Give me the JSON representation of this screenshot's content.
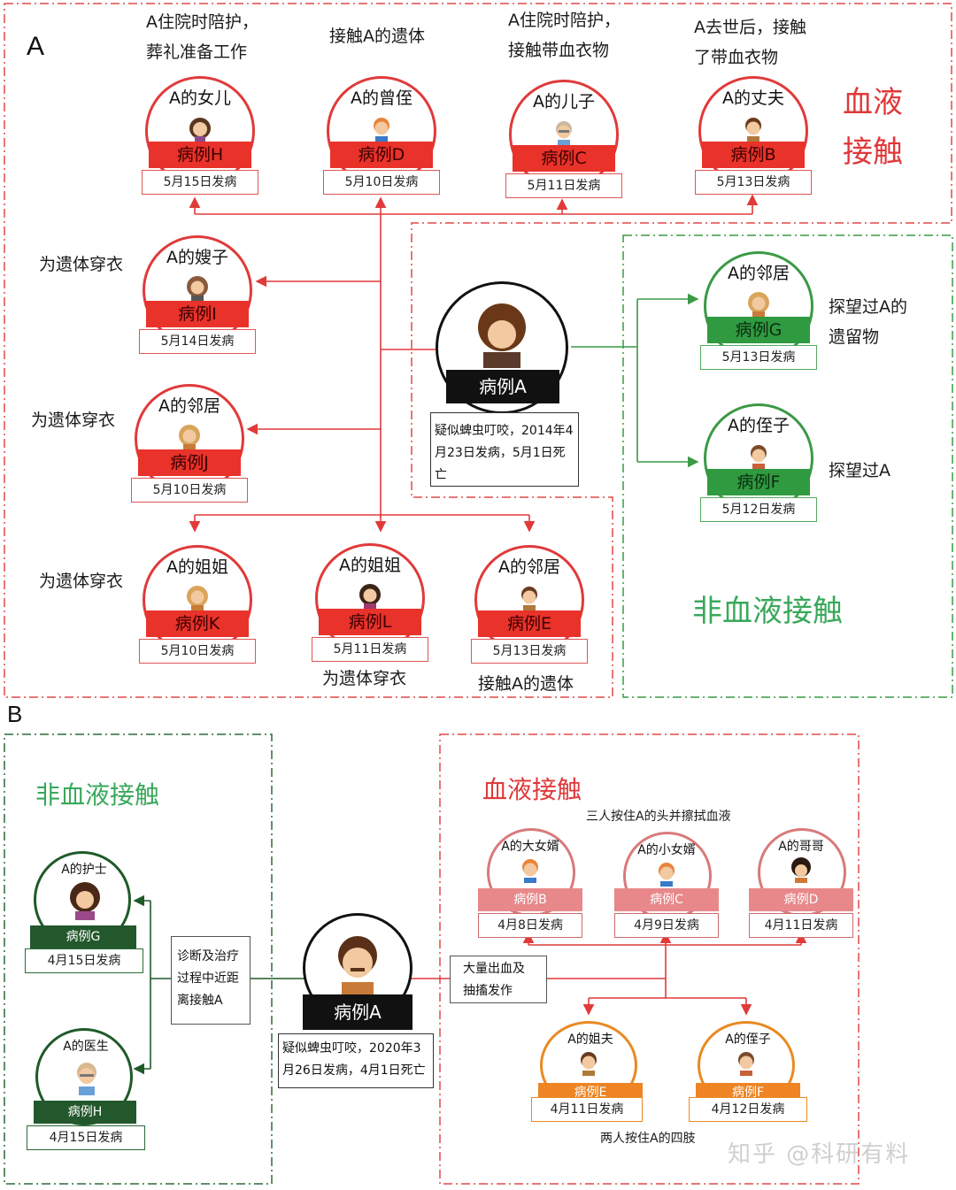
{
  "panel_a": {
    "label": "A",
    "blood_contact_label": "血液\n接触",
    "nonblood_contact_label": "非血液接触",
    "index_case": {
      "tag": "病例A",
      "description": "疑似蜱虫叮咬，2014年4月23日发病，5月1日死亡"
    },
    "cases": {
      "H": {
        "relation": "A的女儿",
        "tag": "病例H",
        "onset": "5月15日发病",
        "note": "A住院时陪护，葬礼准备工作"
      },
      "D": {
        "relation": "A的曾侄",
        "tag": "病例D",
        "onset": "5月10日发病",
        "note": "接触A的遗体"
      },
      "C": {
        "relation": "A的儿子",
        "tag": "病例C",
        "onset": "5月11日发病",
        "note": "A住院时陪护，接触带血衣物"
      },
      "B": {
        "relation": "A的丈夫",
        "tag": "病例B",
        "onset": "5月13日发病",
        "note": "A去世后，接触了带血衣物"
      },
      "I": {
        "relation": "A的嫂子",
        "tag": "病例I",
        "onset": "5月14日发病",
        "note": "为遗体穿衣"
      },
      "J": {
        "relation": "A的邻居",
        "tag": "病例J",
        "onset": "5月10日发病",
        "note": "为遗体穿衣"
      },
      "K": {
        "relation": "A的姐姐",
        "tag": "病例K",
        "onset": "5月10日发病",
        "note": "为遗体穿衣"
      },
      "L": {
        "relation": "A的姐姐",
        "tag": "病例L",
        "onset": "5月11日发病",
        "note": "为遗体穿衣"
      },
      "E": {
        "relation": "A的邻居",
        "tag": "病例E",
        "onset": "5月13日发病",
        "note": "接触A的遗体"
      },
      "G": {
        "relation": "A的邻居",
        "tag": "病例G",
        "onset": "5月13日发病",
        "note": "探望过A的遗留物"
      },
      "F": {
        "relation": "A的侄子",
        "tag": "病例F",
        "onset": "5月12日发病",
        "note": "探望过A"
      }
    }
  },
  "panel_b": {
    "label": "B",
    "nonblood_contact_label": "非血液接触",
    "blood_contact_label": "血液接触",
    "index_case": {
      "tag": "病例A",
      "description": "疑似蜱虫叮咬，2020年3月26日发病，4月1日死亡"
    },
    "nonblood_note": "诊断及治疗过程中近距离接触A",
    "blood_note": "大量出血及抽搐发作",
    "top_group_note": "三人按住A的头并擦拭血液",
    "bottom_group_note": "两人按住A的四肢",
    "cases": {
      "G": {
        "relation": "A的护士",
        "tag": "病例G",
        "onset": "4月15日发病"
      },
      "H": {
        "relation": "A的医生",
        "tag": "病例H",
        "onset": "4月15日发病"
      },
      "B": {
        "relation": "A的大女婿",
        "tag": "病例B",
        "onset": "4月8日发病"
      },
      "C": {
        "relation": "A的小女婿",
        "tag": "病例C",
        "onset": "4月9日发病"
      },
      "D": {
        "relation": "A的哥哥",
        "tag": "病例D",
        "onset": "4月11日发病"
      },
      "E": {
        "relation": "A的姐夫",
        "tag": "病例E",
        "onset": "4月11日发病"
      },
      "F": {
        "relation": "A的侄子",
        "tag": "病例F",
        "onset": "4月12日发病"
      }
    }
  },
  "watermark": "知乎 @科研有料",
  "colors": {
    "blood": "#e03a3a",
    "nonblood": "#3a9a45",
    "nonblood_dark": "#1e5a28",
    "orange": "#e88a22"
  }
}
